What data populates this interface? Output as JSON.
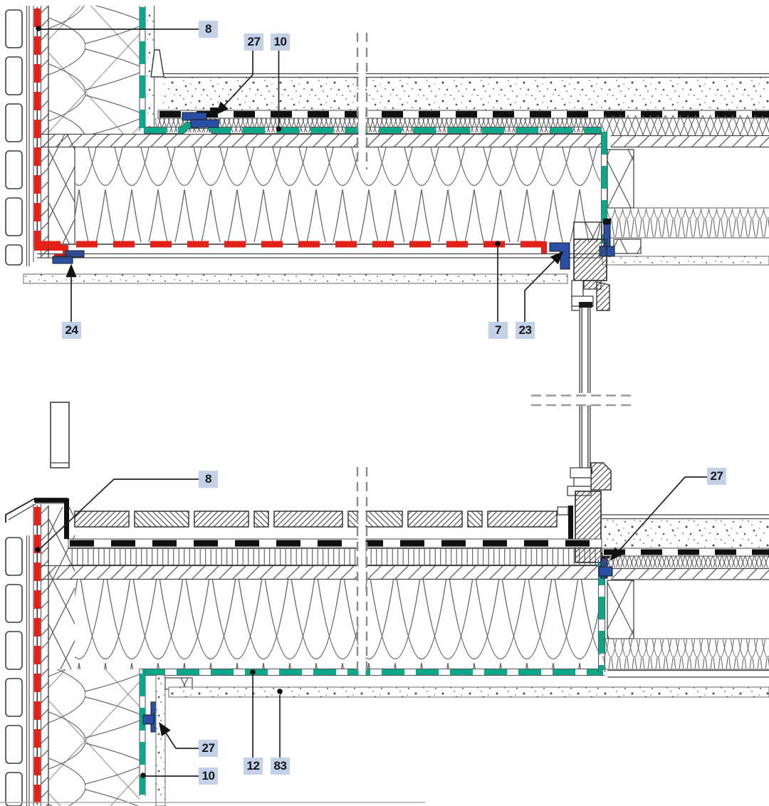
{
  "drawing": {
    "kind": "construction-detail-section",
    "colors": {
      "membrane_red": "#e32119",
      "membrane_green": "#0ba78b",
      "clamp_blue": "#2b4ea6",
      "vapour_barrier_black": "#101010",
      "callout_background": "#c2d0e8",
      "line_dark": "#3c3c3c"
    }
  },
  "callouts": [
    {
      "text": "8",
      "detail": "top-wall-membrane"
    },
    {
      "text": "27",
      "detail": "top-clamp"
    },
    {
      "text": "10",
      "detail": "top-green-membrane"
    },
    {
      "text": "24",
      "detail": "top-left-clamp"
    },
    {
      "text": "7",
      "detail": "top-red-membrane"
    },
    {
      "text": "23",
      "detail": "window-head-clamp"
    },
    {
      "text": "8",
      "detail": "bottom-wall-membrane"
    },
    {
      "text": "27",
      "detail": "window-sill-clamp"
    },
    {
      "text": "27",
      "detail": "bottom-left-clamp"
    },
    {
      "text": "10",
      "detail": "bottom-green-membrane"
    },
    {
      "text": "12",
      "detail": "bottom-green-membrane-soffit"
    },
    {
      "text": "83",
      "detail": "soffit-board"
    }
  ]
}
